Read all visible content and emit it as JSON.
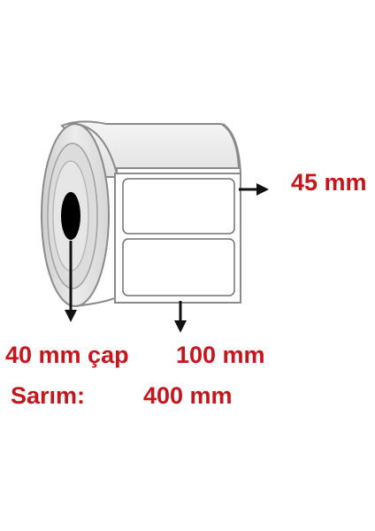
{
  "dimensions": {
    "width": "45 mm",
    "core_diameter": "40 mm çap",
    "label_height": "100 mm",
    "winding_label": "Sarım:",
    "winding_length": "400 mm"
  },
  "colors": {
    "text": "#c4161c",
    "outline": "#8a8a8a",
    "roll_shade": "#d9d9d9",
    "core_hole": "#000000",
    "arrow": "#111111"
  },
  "labels_visible_count": 2
}
